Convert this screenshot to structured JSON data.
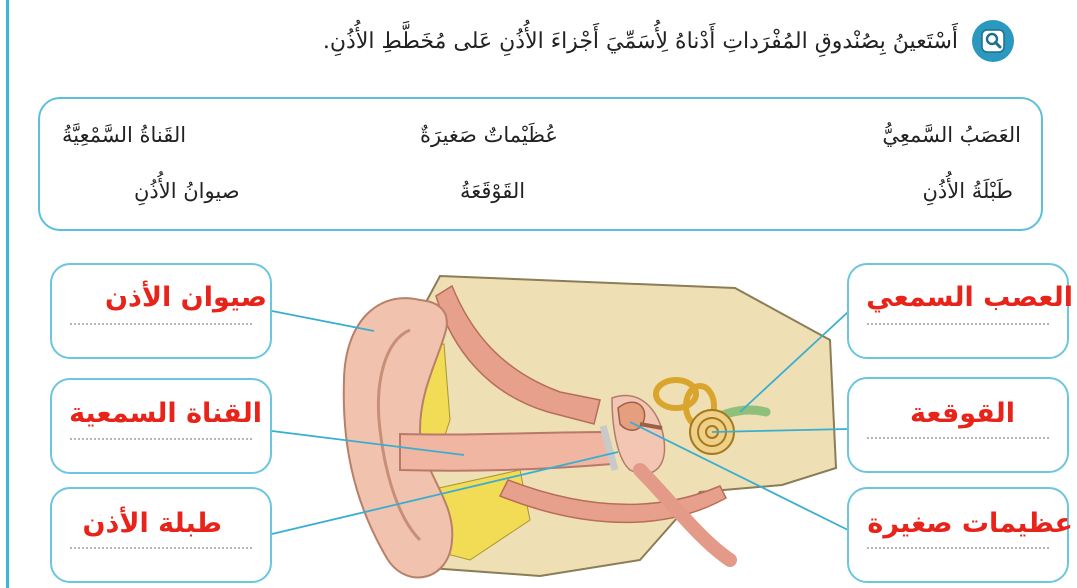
{
  "instruction": {
    "text": "أَسْتَعينُ بِصُنْدوقِ المُفْرَداتِ أَدْناهُ لِأُسَمِّيَ أَجْزاءَ الأُذُنِ عَلى مُخَطَّطِ الأُذُنِ.",
    "icon": "magnifier-icon"
  },
  "word_bank": {
    "row1": [
      "العَصَبُ السَّمعِيُّ",
      "عُظَيْماتٌ صَغيرَةٌ",
      "القَناةُ السَّمْعِيَّةُ"
    ],
    "row2": [
      "طَبْلَةُ الأُذُنِ",
      "القَوْقَعَةُ",
      "صيوانُ الأُذُنِ"
    ]
  },
  "answers": {
    "left": [
      "صيوان الأذن",
      "القناة السمعية",
      "طبلة الأذن"
    ],
    "right": [
      "العصب السمعي",
      "القوقعة",
      "عظيمات صغيرة"
    ]
  },
  "colors": {
    "accent": "#38b8d3",
    "answer_text": "#e8231a",
    "box_border": "#6bc6de"
  }
}
